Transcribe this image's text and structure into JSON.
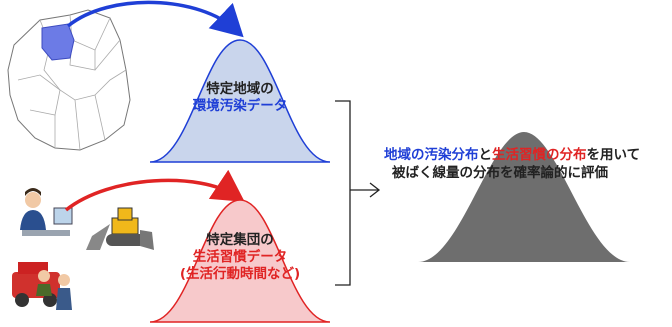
{
  "region_label": {
    "line1": "特定地域の",
    "line2": "環境汚染データ"
  },
  "group_label": {
    "line1": "特定集団の",
    "line2": "生活習慣データ",
    "line3": "(生活行動時間など)"
  },
  "result": {
    "line1_blue": "地域の汚染分布",
    "line1_mid": "と",
    "line1_red": "生活習慣の分布",
    "line1_end": "を用いて",
    "line2_bold": "被ばく線量の分布",
    "line2_end": "を確率論的に評価"
  },
  "colors": {
    "blue": "#1f3fd6",
    "red": "#e02424",
    "blue_fill": "#c9d5ec",
    "red_fill": "#f7c9cb",
    "grey_fill": "#6e6e6e"
  },
  "icons": [
    "region-map-icon",
    "office-worker-icon",
    "bulldozer-icon",
    "farmers-icon"
  ]
}
